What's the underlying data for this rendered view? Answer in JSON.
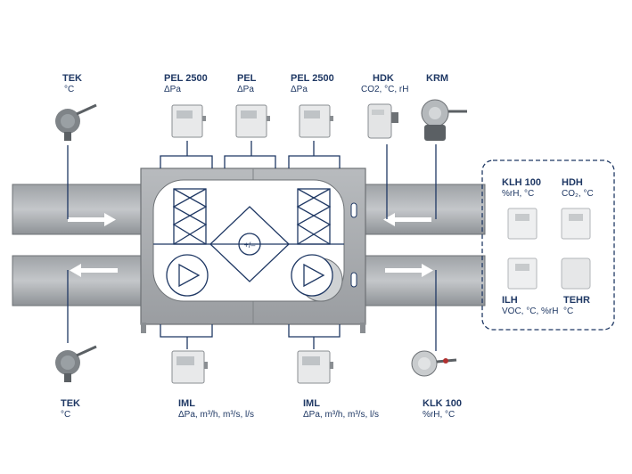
{
  "colors": {
    "navy": "#1f3864",
    "duct_dark": "#8a8e92",
    "duct_light": "#b7babd",
    "unit_body": "#a9acaf",
    "unit_edge": "#6d7175",
    "device": "#e8e9ea"
  },
  "devices": {
    "tek_top": {
      "name": "TEK",
      "unit": "°C"
    },
    "pel2500_l": {
      "name": "PEL 2500",
      "unit": "ΔPa"
    },
    "pel": {
      "name": "PEL",
      "unit": "ΔPa"
    },
    "pel2500_r": {
      "name": "PEL 2500",
      "unit": "ΔPa"
    },
    "hdk": {
      "name": "HDK",
      "unit": "CO2, °C, rH"
    },
    "krm": {
      "name": "KRM",
      "unit": ""
    },
    "tek_bottom": {
      "name": "TEK",
      "unit": "°C"
    },
    "iml_l": {
      "name": "IML",
      "unit": "ΔPa, m³/h, m³/s, l/s"
    },
    "iml_r": {
      "name": "IML",
      "unit": "ΔPa, m³/h, m³/s, l/s"
    },
    "klk100": {
      "name": "KLK 100",
      "unit": "%rH, °C"
    }
  },
  "room_sensors": {
    "klh100": {
      "name": "KLH 100",
      "unit": "%rH, °C"
    },
    "hdh": {
      "name": "HDH",
      "unit": "CO₂, °C"
    },
    "ilh": {
      "name": "ILH",
      "unit": "VOC, °C, %rH"
    },
    "tehr": {
      "name": "TEHR",
      "unit": "°C"
    }
  },
  "exchanger_symbol": "+/–"
}
